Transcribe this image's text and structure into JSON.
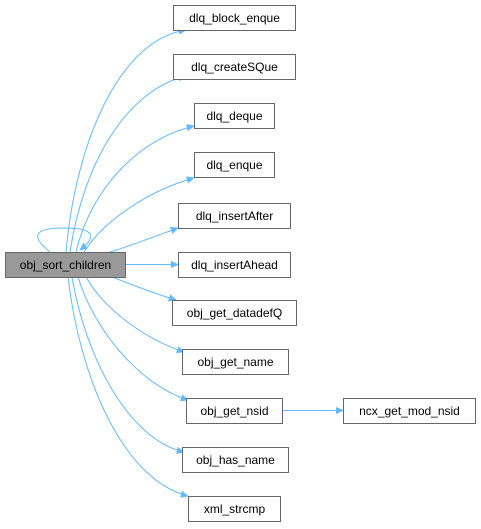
{
  "graph": {
    "edge_color": "#63b8ff",
    "root_fill": "#999999",
    "node_fill": "#ffffff",
    "node_border": "#666666",
    "nodes": [
      {
        "id": "obj_sort_children",
        "label": "obj_sort_children",
        "root": true
      },
      {
        "id": "dlq_block_enque",
        "label": "dlq_block_enque"
      },
      {
        "id": "dlq_createSQue",
        "label": "dlq_createSQue"
      },
      {
        "id": "dlq_deque",
        "label": "dlq_deque"
      },
      {
        "id": "dlq_enque",
        "label": "dlq_enque"
      },
      {
        "id": "dlq_insertAfter",
        "label": "dlq_insertAfter"
      },
      {
        "id": "dlq_insertAhead",
        "label": "dlq_insertAhead"
      },
      {
        "id": "obj_get_datadefQ",
        "label": "obj_get_datadefQ"
      },
      {
        "id": "obj_get_name",
        "label": "obj_get_name"
      },
      {
        "id": "obj_get_nsid",
        "label": "obj_get_nsid"
      },
      {
        "id": "ncx_get_mod_nsid",
        "label": "ncx_get_mod_nsid"
      },
      {
        "id": "obj_has_name",
        "label": "obj_has_name"
      },
      {
        "id": "xml_strcmp",
        "label": "xml_strcmp"
      }
    ],
    "edges": [
      {
        "from": "obj_sort_children",
        "to": "obj_sort_children"
      },
      {
        "from": "obj_sort_children",
        "to": "dlq_block_enque"
      },
      {
        "from": "obj_sort_children",
        "to": "dlq_createSQue"
      },
      {
        "from": "obj_sort_children",
        "to": "dlq_deque"
      },
      {
        "from": "obj_sort_children",
        "to": "dlq_enque"
      },
      {
        "from": "obj_sort_children",
        "to": "dlq_insertAfter"
      },
      {
        "from": "obj_sort_children",
        "to": "dlq_insertAhead"
      },
      {
        "from": "obj_sort_children",
        "to": "obj_get_datadefQ"
      },
      {
        "from": "obj_sort_children",
        "to": "obj_get_name"
      },
      {
        "from": "obj_sort_children",
        "to": "obj_get_nsid"
      },
      {
        "from": "obj_sort_children",
        "to": "obj_has_name"
      },
      {
        "from": "obj_sort_children",
        "to": "xml_strcmp"
      },
      {
        "from": "obj_get_nsid",
        "to": "ncx_get_mod_nsid"
      }
    ]
  }
}
